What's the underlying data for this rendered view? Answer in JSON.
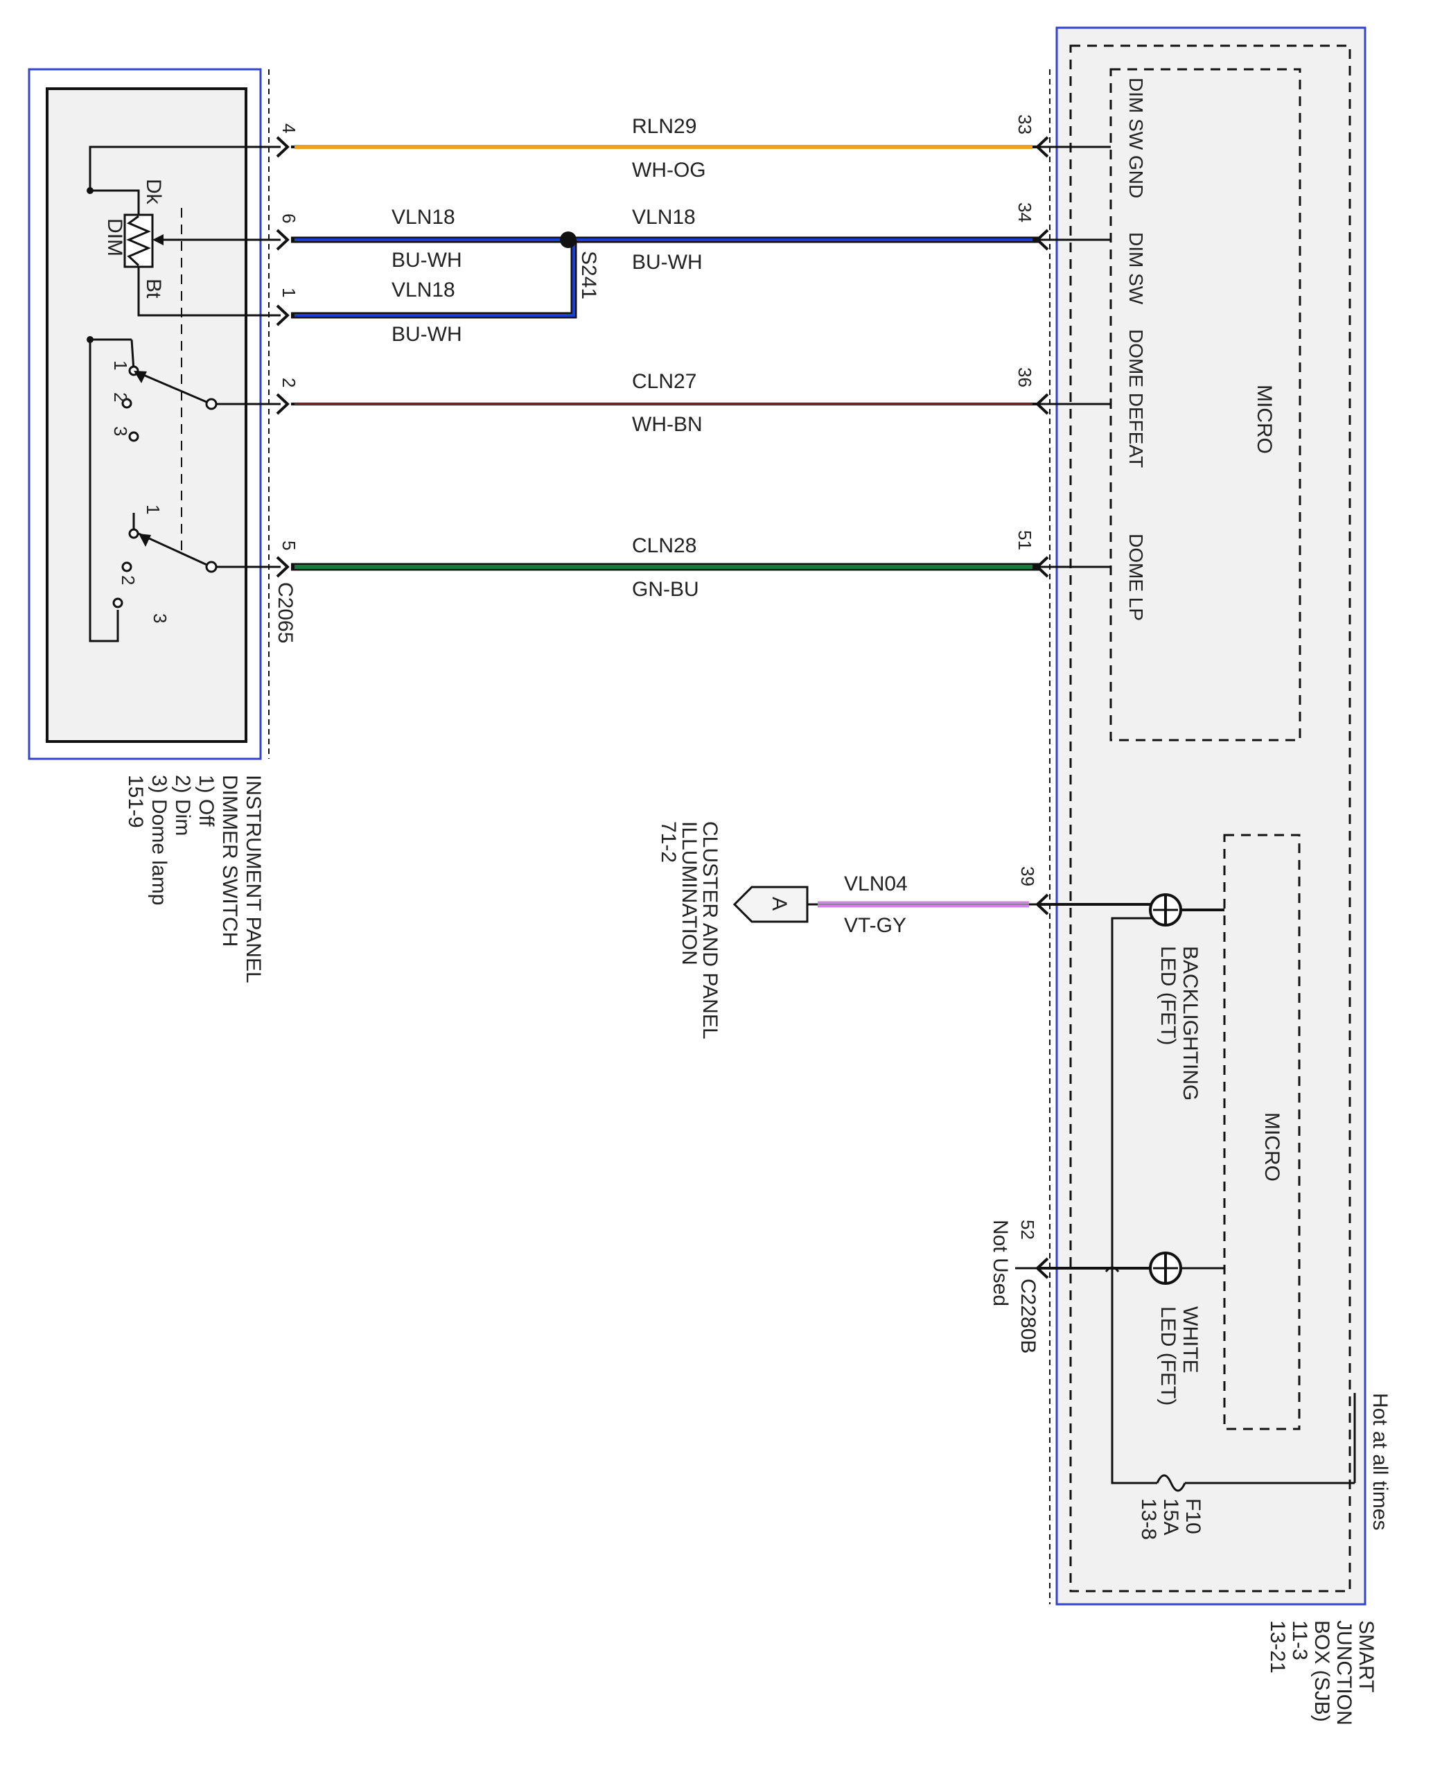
{
  "colors": {
    "module_border": "#3344cc",
    "module_fill": "#f1f1f1",
    "wire_black": "#111111",
    "wire_wh_og": "#f0a020",
    "wire_bu_wh": "#1a3fd6",
    "wire_wh_bn": "#8b3a2a",
    "wire_gn_bu": "#167a3c",
    "wire_vt_gy": "#cc88dd"
  },
  "dimmer_switch": {
    "label_lines": [
      "INSTRUMENT PANEL",
      "DIMMER SWITCH",
      "1) Off",
      "2) Dim",
      "3) Dome lamp",
      "151-9"
    ],
    "pot_labels": {
      "dk": "Dk",
      "dim": "DIM",
      "bt": "Bt"
    },
    "switch_upper_positions": [
      "1",
      "2",
      "3"
    ],
    "switch_lower_positions": [
      "1",
      "2",
      "3"
    ]
  },
  "connectors": {
    "dimmer": "C2065",
    "sjb": "C2280B",
    "splice": "S241"
  },
  "wires": [
    {
      "circuit": "RLN29",
      "color": "WH-OG",
      "pin_left": "4",
      "pin_right": "33"
    },
    {
      "circuit": "VLN18",
      "color": "BU-WH",
      "pin_left": "6",
      "pin_right": "34"
    },
    {
      "circuit": "VLN18",
      "color": "BU-WH",
      "pin_left": "6"
    },
    {
      "circuit": "VLN18",
      "color": "BU-WH",
      "pin_left": "1"
    },
    {
      "circuit": "CLN27",
      "color": "WH-BN",
      "pin_left": "2",
      "pin_right": "36"
    },
    {
      "circuit": "CLN28",
      "color": "GN-BU",
      "pin_left": "5",
      "pin_right": "51"
    },
    {
      "circuit": "VLN04",
      "color": "VT-GY",
      "pin_right": "39"
    }
  ],
  "sjb": {
    "label_lines": [
      "SMART",
      "JUNCTION",
      "BOX (SJB)",
      "11-3",
      "13-21"
    ],
    "micro_upper": {
      "title": "MICRO",
      "signals": [
        "DIM SW GND",
        "DIM SW",
        "DOME DEFEAT",
        "DOME LP"
      ]
    },
    "micro_lower": {
      "title": "MICRO",
      "led_backlighting": [
        "BACKLIGHTING",
        "LED (FET)"
      ],
      "led_white": [
        "WHITE",
        "LED (FET)"
      ]
    },
    "not_used_pin": "52",
    "not_used_label": "Not Used",
    "fuse_lines": [
      "F10",
      "15A",
      "13-8"
    ],
    "hot_label": "Hot at all times"
  },
  "cluster_ref": {
    "label_lines": [
      "CLUSTER AND PANEL",
      "ILLUMINATION",
      "71-2"
    ],
    "flag": "A"
  }
}
